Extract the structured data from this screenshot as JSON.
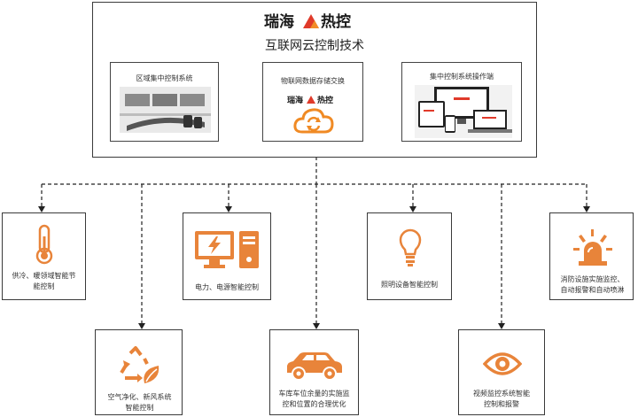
{
  "top": {
    "brand": "瑞海热控",
    "subtitle": "互联网云控制技术",
    "panels": [
      {
        "label": "区域集中控制系统"
      },
      {
        "label": "物联网数据存储交换",
        "brand": "瑞海热控"
      },
      {
        "label": "集中控制系统操作端"
      }
    ]
  },
  "modules": [
    {
      "label": "供冷、暖领域智能节能控制",
      "icon": "thermometer-icon"
    },
    {
      "label": "电力、电源智能控制",
      "icon": "computer-power-icon"
    },
    {
      "label": "照明设备智能控制",
      "icon": "lightbulb-icon"
    },
    {
      "label": "消防设施实施监控、自动报警和自动喷淋",
      "icon": "alarm-siren-icon"
    },
    {
      "label": "空气净化、新风系统智能控制",
      "icon": "recycle-leaf-icon"
    },
    {
      "label": "车库车位余量的实施监控和位置的合理优化",
      "icon": "car-icon"
    },
    {
      "label": "视频监控系统智能控制和报警",
      "icon": "eye-icon"
    }
  ],
  "colors": {
    "accent": "#E8843A",
    "accent_dark": "#D46A1E",
    "brand_red": "#E03A2A",
    "border": "#3a3a3a"
  }
}
